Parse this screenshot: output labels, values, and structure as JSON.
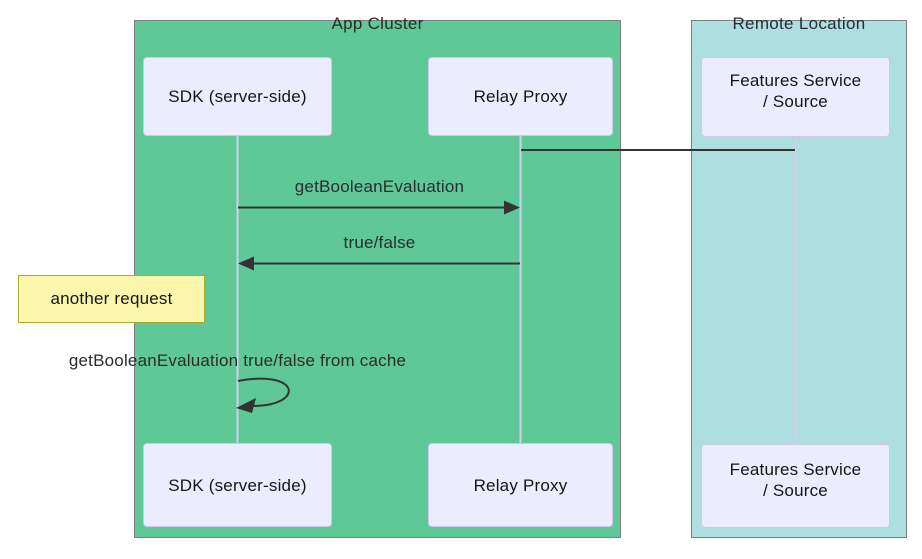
{
  "groups": {
    "app_cluster": {
      "title": "App Cluster"
    },
    "remote_location": {
      "title": "Remote Location"
    }
  },
  "actors": {
    "sdk": {
      "label": "SDK (server-side)"
    },
    "relay": {
      "label": "Relay Proxy"
    },
    "features": {
      "line1": "Features Service",
      "line2": "/ Source"
    }
  },
  "messages": {
    "get_boolean_evaluation": {
      "label": "getBooleanEvaluation",
      "direction": "sdk-to-relay"
    },
    "true_false": {
      "label": "true/false",
      "direction": "relay-to-sdk"
    },
    "cache_self_call": {
      "label": "getBooleanEvaluation true/false from cache",
      "direction": "sdk-self-loop"
    }
  },
  "note": {
    "label": "another request"
  },
  "colors": {
    "app-cluster-fill": "#5EC897",
    "remote-fill": "#AEDFE0",
    "actor-fill": "#ECECFF",
    "actor-border": "#CEC6ED",
    "note-fill": "#FBF6AB",
    "note-border": "#AAAA33",
    "line": "#333333",
    "lifeline": "#D2CEEC",
    "group-border": "#7F7F7F",
    "text": "#2B2B2B"
  }
}
